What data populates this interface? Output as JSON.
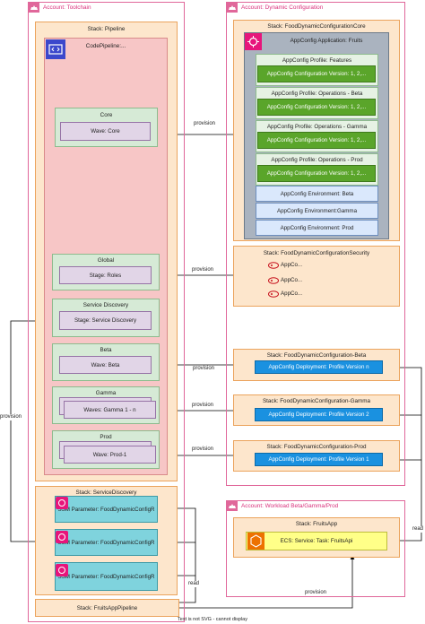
{
  "accounts": {
    "toolchain": "Account: Toolchain",
    "dynamic_config": "Account: Dynamic Configuration",
    "workload": "Account: Workload Beta/Gamma/Prod"
  },
  "pipeline": {
    "stack_label": "Stack: Pipeline",
    "codepipeline_label": "CodePipeline:...",
    "core_label": "Core",
    "core_wave": "Wave: Core",
    "global_label": "Global",
    "global_stage": "Stage: Roles",
    "sd_label": "Service Discovery",
    "sd_stage": "Stage: Service Discovery",
    "beta_label": "Beta",
    "beta_wave": "Wave: Beta",
    "gamma_label": "Gamma",
    "gamma_wave": "Waves: Gamma 1 - n",
    "prod_label": "Prod",
    "prod_wave": "Wave: Prod-1"
  },
  "service_discovery": {
    "stack_label": "Stack: ServiceDiscovery",
    "params": [
      "SSM Parameter: FoodDynamicConfigR",
      "SSM Parameter: FoodDynamicConfigR",
      "SSM Parameter: FoodDynamicConfigR"
    ]
  },
  "fruits_pipeline": {
    "stack_label": "Stack: FruitsAppPipeline"
  },
  "core_stack": {
    "stack_label": "Stack: FoodDynamicConfigurationCore",
    "app_label": "AppConfig Application: Fruits",
    "profiles": [
      {
        "label": "AppConfig Profile: Features",
        "version": "AppConfig Configuration Version: 1, 2,..."
      },
      {
        "label": "AppConfig Profile: Operations - Beta",
        "version": "AppConfig Configuration Version: 1, 2,..."
      },
      {
        "label": "AppConfig Profile: Operations - Gamma",
        "version": "AppConfig Configuration Version: 1, 2,..."
      },
      {
        "label": "AppConfig Profile: Operations - Prod",
        "version": "AppConfig Configuration Version: 1, 2,..."
      }
    ],
    "environments": [
      "AppConfig Environment: Beta",
      "AppConfig Environment:Gamma",
      "AppConfig Environment: Prod"
    ]
  },
  "security_stack": {
    "stack_label": "Stack: FoodDynamicConfigurationSecurity",
    "items": [
      "AppCo...",
      "AppCo...",
      "AppCo..."
    ]
  },
  "beta_stack": {
    "stack_label": "Stack: FoodDynamicConfiguration-Beta",
    "deployment": "AppConfig Deployment: Profile Version n"
  },
  "gamma_stack": {
    "stack_label": "Stack: FoodDynamicConfiguration-Gamma",
    "deployment": "AppConfig Deployment: Profile Version 2"
  },
  "prod_stack": {
    "stack_label": "Stack: FoodDynamicConfiguration-Prod",
    "deployment": "AppConfig Deployment: Profile Version 1"
  },
  "fruits_app": {
    "stack_label": "Stack: FruitsApp",
    "service": "ECS: Service: Task: FruitsApi"
  },
  "edges": {
    "provision": "provision",
    "read": "read"
  },
  "footer": "Text is not SVG - cannot display"
}
